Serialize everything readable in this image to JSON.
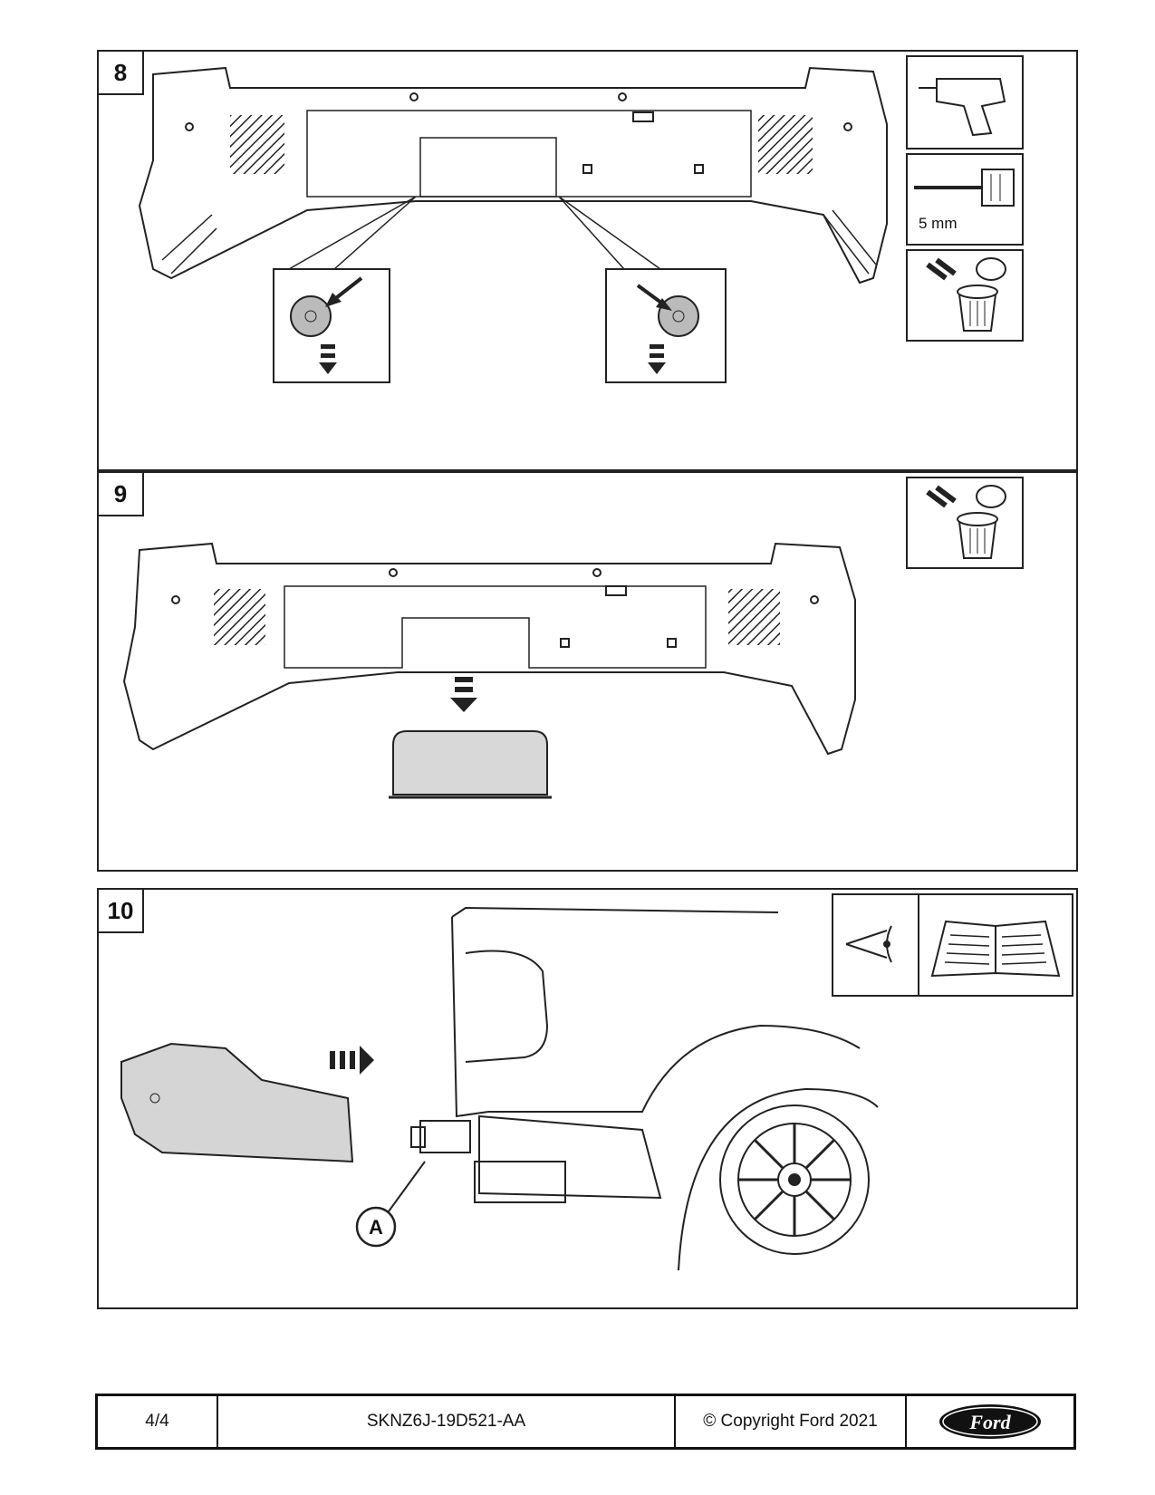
{
  "steps": [
    {
      "number": "8",
      "drill_bit_size": "5 mm"
    },
    {
      "number": "9"
    },
    {
      "number": "10",
      "callout": "A"
    }
  ],
  "footer": {
    "page": "4/4",
    "part_number": "SKNZ6J-19D521-AA",
    "copyright": "© Copyright Ford 2021",
    "logo_text": "Ford"
  },
  "icons": {
    "step8": [
      "drill-icon",
      "hole-saw-bit-icon",
      "discard-bin-icon"
    ],
    "step9": [
      "discard-bin-icon"
    ],
    "step10": [
      "inspect-eye-icon",
      "manual-book-icon"
    ]
  }
}
